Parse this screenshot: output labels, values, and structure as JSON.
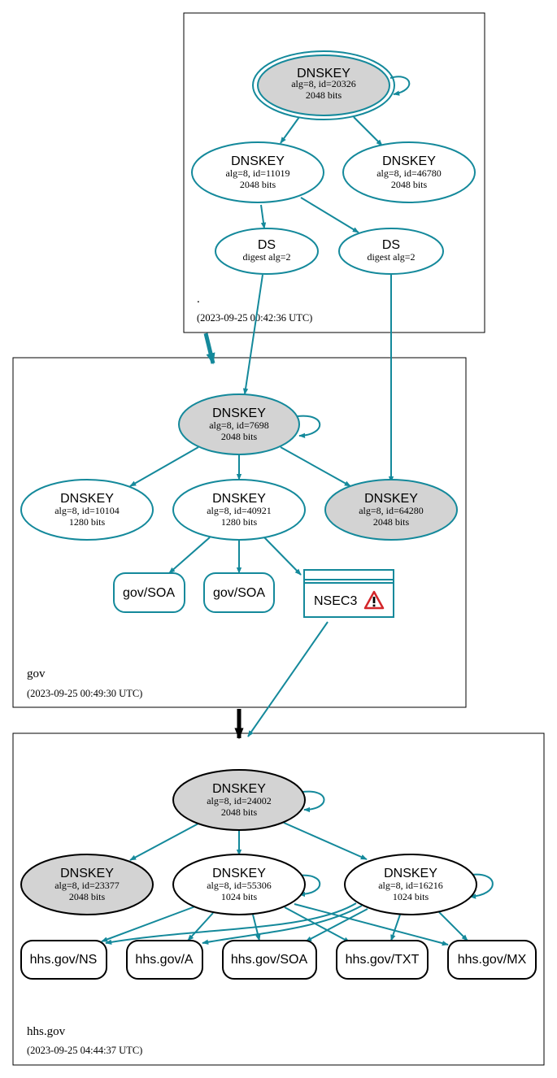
{
  "zones": [
    {
      "name": ".",
      "timestamp": "(2023-09-25 00:42:36 UTC)"
    },
    {
      "name": "gov",
      "timestamp": "(2023-09-25 00:49:30 UTC)"
    },
    {
      "name": "hhs.gov",
      "timestamp": "(2023-09-25 04:44:37 UTC)"
    }
  ],
  "nodes": {
    "root_ksk": {
      "title": "DNSKEY",
      "line1": "alg=8, id=20326",
      "line2": "2048 bits"
    },
    "root_zsk1": {
      "title": "DNSKEY",
      "line1": "alg=8, id=11019",
      "line2": "2048 bits"
    },
    "root_zsk2": {
      "title": "DNSKEY",
      "line1": "alg=8, id=46780",
      "line2": "2048 bits"
    },
    "ds1": {
      "title": "DS",
      "line1": "digest alg=2"
    },
    "ds2": {
      "title": "DS",
      "line1": "digest alg=2"
    },
    "gov_ksk": {
      "title": "DNSKEY",
      "line1": "alg=8, id=7698",
      "line2": "2048 bits"
    },
    "gov_k1": {
      "title": "DNSKEY",
      "line1": "alg=8, id=10104",
      "line2": "1280 bits"
    },
    "gov_zsk": {
      "title": "DNSKEY",
      "line1": "alg=8, id=40921",
      "line2": "1280 bits"
    },
    "gov_k3": {
      "title": "DNSKEY",
      "line1": "alg=8, id=64280",
      "line2": "2048 bits"
    },
    "gov_soa1": {
      "title": "gov/SOA"
    },
    "gov_soa2": {
      "title": "gov/SOA"
    },
    "nsec3": {
      "title": "NSEC3"
    },
    "hhs_ksk": {
      "title": "DNSKEY",
      "line1": "alg=8, id=24002",
      "line2": "2048 bits"
    },
    "hhs_k1": {
      "title": "DNSKEY",
      "line1": "alg=8, id=23377",
      "line2": "2048 bits"
    },
    "hhs_zsk1": {
      "title": "DNSKEY",
      "line1": "alg=8, id=55306",
      "line2": "1024 bits"
    },
    "hhs_zsk2": {
      "title": "DNSKEY",
      "line1": "alg=8, id=16216",
      "line2": "1024 bits"
    },
    "rr_ns": {
      "title": "hhs.gov/NS"
    },
    "rr_a": {
      "title": "hhs.gov/A"
    },
    "rr_soa": {
      "title": "hhs.gov/SOA"
    },
    "rr_txt": {
      "title": "hhs.gov/TXT"
    },
    "rr_mx": {
      "title": "hhs.gov/MX"
    }
  },
  "colors": {
    "teal": "#14899b",
    "black": "#000000",
    "fill_gray": "#d3d3d3",
    "warning_red": "#d3262a"
  },
  "icons": {
    "warning": "warning-triangle-icon"
  }
}
